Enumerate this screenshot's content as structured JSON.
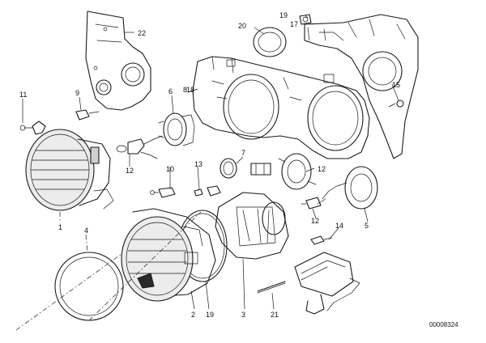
{
  "diagram": {
    "reference_code": "00008324",
    "callouts": [
      "22",
      "20",
      "19",
      "17",
      "11",
      "9",
      "6",
      "8",
      "18",
      "7",
      "12",
      "10",
      "13",
      "15",
      "5",
      "14",
      "4",
      "1",
      "2",
      "19",
      "3",
      "21",
      "12",
      "12"
    ]
  },
  "colors": {
    "line": "#1a1a1a",
    "background": "#ffffff",
    "lens_fill": "#ececec"
  }
}
